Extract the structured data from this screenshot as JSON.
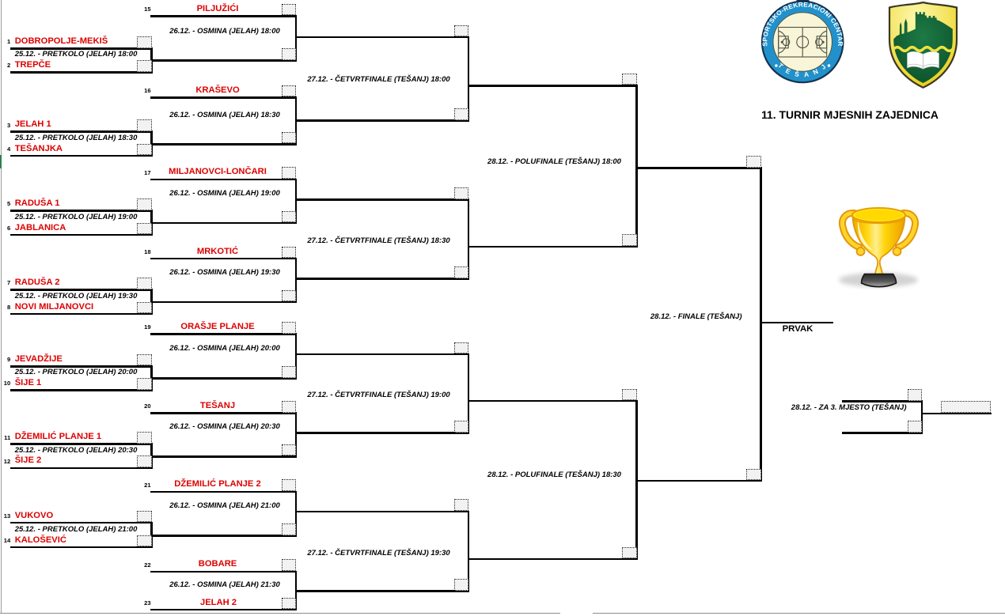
{
  "title": "11. TURNIR MJESNIH ZAJEDNICA",
  "champion_label": "PRVAK",
  "badge": {
    "text_top": "SPORTSKO-REKREACIONI CENTAR",
    "text_bottom": "T E Š A N J"
  },
  "rounds": {
    "pretkolo": [
      {
        "num1": "1",
        "team1": "DOBROPOLJE-MEKIŠ",
        "num2": "2",
        "team2": "TREPČE",
        "label": "25.12. - PRETKOLO (JELAH) 18:00"
      },
      {
        "num1": "3",
        "team1": "JELAH 1",
        "num2": "4",
        "team2": "TEŠANJKA",
        "label": "25.12. - PRETKOLO (JELAH) 18:30"
      },
      {
        "num1": "5",
        "team1": "RADUŠA 1",
        "num2": "6",
        "team2": "JABLANICA",
        "label": "25.12. - PRETKOLO (JELAH) 19:00"
      },
      {
        "num1": "7",
        "team1": "RADUŠA 2",
        "num2": "8",
        "team2": "NOVI MILJANOVCI",
        "label": "25.12. - PRETKOLO (JELAH) 19:30"
      },
      {
        "num1": "9",
        "team1": "JEVADŽIJE",
        "num2": "10",
        "team2": "ŠIJE 1",
        "label": "25.12. - PRETKOLO (JELAH) 20:00"
      },
      {
        "num1": "11",
        "team1": "DŽEMILIĆ PLANJE 1",
        "num2": "12",
        "team2": "ŠIJE 2",
        "label": "25.12. - PRETKOLO (JELAH) 20:30"
      },
      {
        "num1": "13",
        "team1": "VUKOVO",
        "num2": "14",
        "team2": "KALOŠEVIĆ",
        "label": "25.12. - PRETKOLO (JELAH) 21:00"
      }
    ],
    "osmina": [
      {
        "num": "15",
        "team": "PILJUŽIĆI",
        "label": "26.12. - OSMINA (JELAH) 18:00"
      },
      {
        "num": "16",
        "team": "KRAŠEVO",
        "label": "26.12. - OSMINA (JELAH) 18:30"
      },
      {
        "num": "17",
        "team": "MILJANOVCI-LONČARI",
        "label": "26.12. - OSMINA (JELAH) 19:00"
      },
      {
        "num": "18",
        "team": "MRKOTIĆ",
        "label": "26.12. - OSMINA (JELAH) 19:30"
      },
      {
        "num": "19",
        "team": "ORAŠJE PLANJE",
        "label": "26.12. - OSMINA (JELAH) 20:00"
      },
      {
        "num": "20",
        "team": "TEŠANJ",
        "label": "26.12. - OSMINA (JELAH) 20:30"
      },
      {
        "num": "21",
        "team": "DŽEMILIĆ PLANJE 2",
        "label": "26.12. - OSMINA (JELAH) 21:00"
      },
      {
        "num": "22",
        "team": "BOBARE",
        "num2": "23",
        "team2": "JELAH 2",
        "label": "26.12. - OSMINA (JELAH) 21:30"
      }
    ],
    "cetvrtfinale": [
      {
        "label": "27.12. - ČETVRTFINALE (TEŠANJ) 18:00"
      },
      {
        "label": "27.12. - ČETVRTFINALE (TEŠANJ) 18:30"
      },
      {
        "label": "27.12. - ČETVRTFINALE (TEŠANJ) 19:00"
      },
      {
        "label": "27.12. - ČETVRTFINALE (TEŠANJ) 19:30"
      }
    ],
    "polufinale": [
      {
        "label": "28.12. - POLUFINALE (TEŠANJ) 18:00"
      },
      {
        "label": "28.12. - POLUFINALE (TEŠANJ) 18:30"
      }
    ],
    "finale": {
      "label": "28.12. - FINALE (TEŠANJ)"
    },
    "third_place": {
      "label": "28.12. - ZA 3. MJESTO (TEŠANJ)"
    }
  },
  "colors": {
    "team": "#DD0000",
    "line": "#000000",
    "box_fill": "#F2F2F2"
  }
}
